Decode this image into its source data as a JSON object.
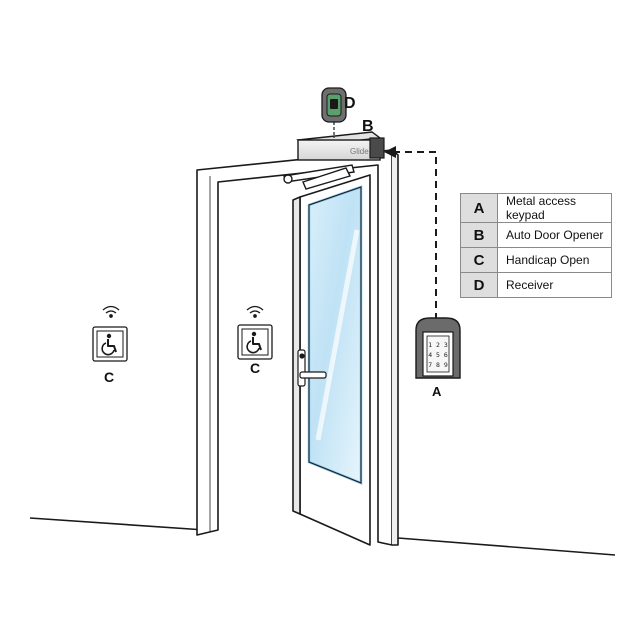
{
  "labels": {
    "receiver": "D",
    "opener": "B",
    "keypad": "A",
    "switch_left": "C",
    "switch_right": "C"
  },
  "opener_brand": "Glide",
  "keypad_keys": [
    "1 2 3",
    "4 5 6",
    "7 8 9"
  ],
  "legend": [
    {
      "key": "A",
      "desc": "Metal access keypad"
    },
    {
      "key": "B",
      "desc": "Auto Door Opener"
    },
    {
      "key": "C",
      "desc": "Handicap Open"
    },
    {
      "key": "D",
      "desc": "Receiver"
    }
  ],
  "icons": {
    "switch": "wheelchair-icon",
    "wireless": "wifi-signal-icon"
  },
  "colors": {
    "glass": "#cde8f7",
    "glass_edge": "#7fc0e6",
    "line": "#1a1a1a",
    "legend_key_bg": "#dedede",
    "receiver_body": "#6f6f6f",
    "receiver_window": "#5aa06a"
  }
}
